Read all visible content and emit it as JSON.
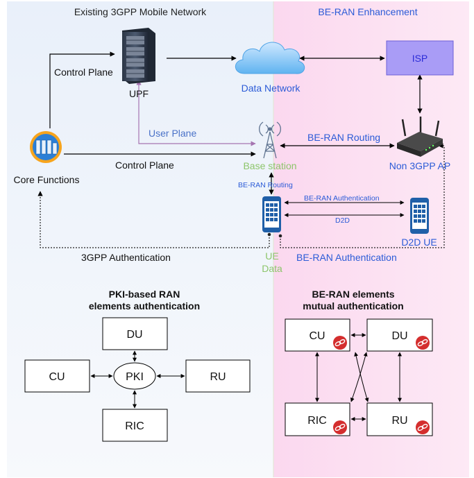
{
  "left_panel_title": "Existing 3GPP Mobile Network",
  "right_panel_title": "BE-RAN Enhancement",
  "nodes": {
    "upf": "UPF",
    "data_network": "Data Network",
    "isp": "ISP",
    "base_station": "Base station",
    "non3gpp_ap": "Non 3GPP AP",
    "core_functions": "Core Functions",
    "d2d_ue": "D2D UE",
    "ue_line1": "UE",
    "ue_line2": "Data"
  },
  "edges": {
    "control_plane_top": "Control Plane",
    "control_plane_mid": "Control Plane",
    "user_plane": "User Plane",
    "be_ran_routing": "BE-RAN Routing",
    "be_ran_routing_small": "BE-RAN Routing",
    "be_ran_auth_small": "BE-RAN Authentication",
    "d2d": "D2D",
    "auth_3gpp": "3GPP Authentication",
    "be_ran_auth": "BE-RAN Authentication"
  },
  "pki_section": {
    "title_line1": "PKI-based RAN",
    "title_line2": "elements authentication",
    "hub": "PKI",
    "du": "DU",
    "cu": "CU",
    "ru": "RU",
    "ric": "RIC"
  },
  "mutual_section": {
    "title_line1": "BE-RAN elements",
    "title_line2": "mutual authentication",
    "cu": "CU",
    "du": "DU",
    "ric": "RIC",
    "ru": "RU"
  },
  "colors": {
    "left_bg": "#eef3fa",
    "right_bg": "#fbd6ee",
    "isp_fill": "#a99cf6",
    "blue_text": "#2b5bd7",
    "green_text": "#8dc56b",
    "purple_line": "#a574b0",
    "badge_red": "#d42e2e"
  },
  "icons": [
    "server-icon",
    "cloud-icon",
    "antenna-tower-icon",
    "router-icon",
    "core-functions-icon",
    "smartphone-icon",
    "chain-link-badge-icon"
  ]
}
